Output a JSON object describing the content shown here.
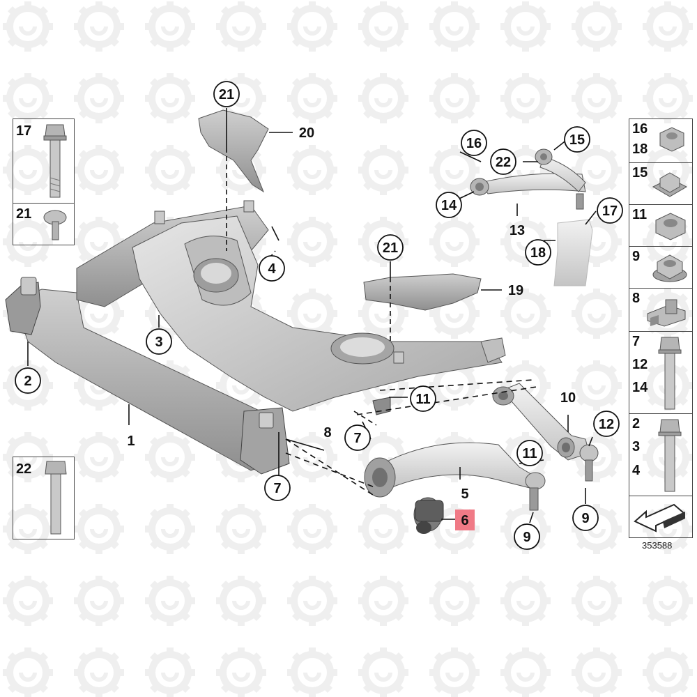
{
  "diagram": {
    "reference_number": "353588",
    "highlighted_part": "6",
    "callouts": [
      "21",
      "20",
      "16",
      "22",
      "15",
      "14",
      "13",
      "17",
      "18",
      "4",
      "21",
      "19",
      "3",
      "2",
      "11",
      "10",
      "12",
      "8",
      "7",
      "1",
      "11",
      "7",
      "5",
      "6",
      "9",
      "9"
    ]
  },
  "left_panel_top": {
    "cells": [
      {
        "labels": [
          "17"
        ]
      },
      {
        "labels": [
          "21"
        ]
      }
    ]
  },
  "left_panel_bottom": {
    "cells": [
      {
        "labels": [
          "22"
        ]
      }
    ]
  },
  "right_panel": {
    "cells": [
      {
        "labels": [
          "16",
          "18"
        ]
      },
      {
        "labels": [
          "15"
        ]
      },
      {
        "labels": [
          "11"
        ]
      },
      {
        "labels": [
          "9"
        ]
      },
      {
        "labels": [
          "8"
        ]
      },
      {
        "labels": [
          "7",
          "12",
          "14"
        ]
      },
      {
        "labels": [
          "2",
          "3",
          "4"
        ]
      },
      {
        "labels": []
      }
    ]
  },
  "colors": {
    "highlight": "#f07a86",
    "part_fill": "#b9b9b9",
    "part_dark": "#8d8d8d",
    "line": "#111111",
    "watermark": "#ececec"
  }
}
